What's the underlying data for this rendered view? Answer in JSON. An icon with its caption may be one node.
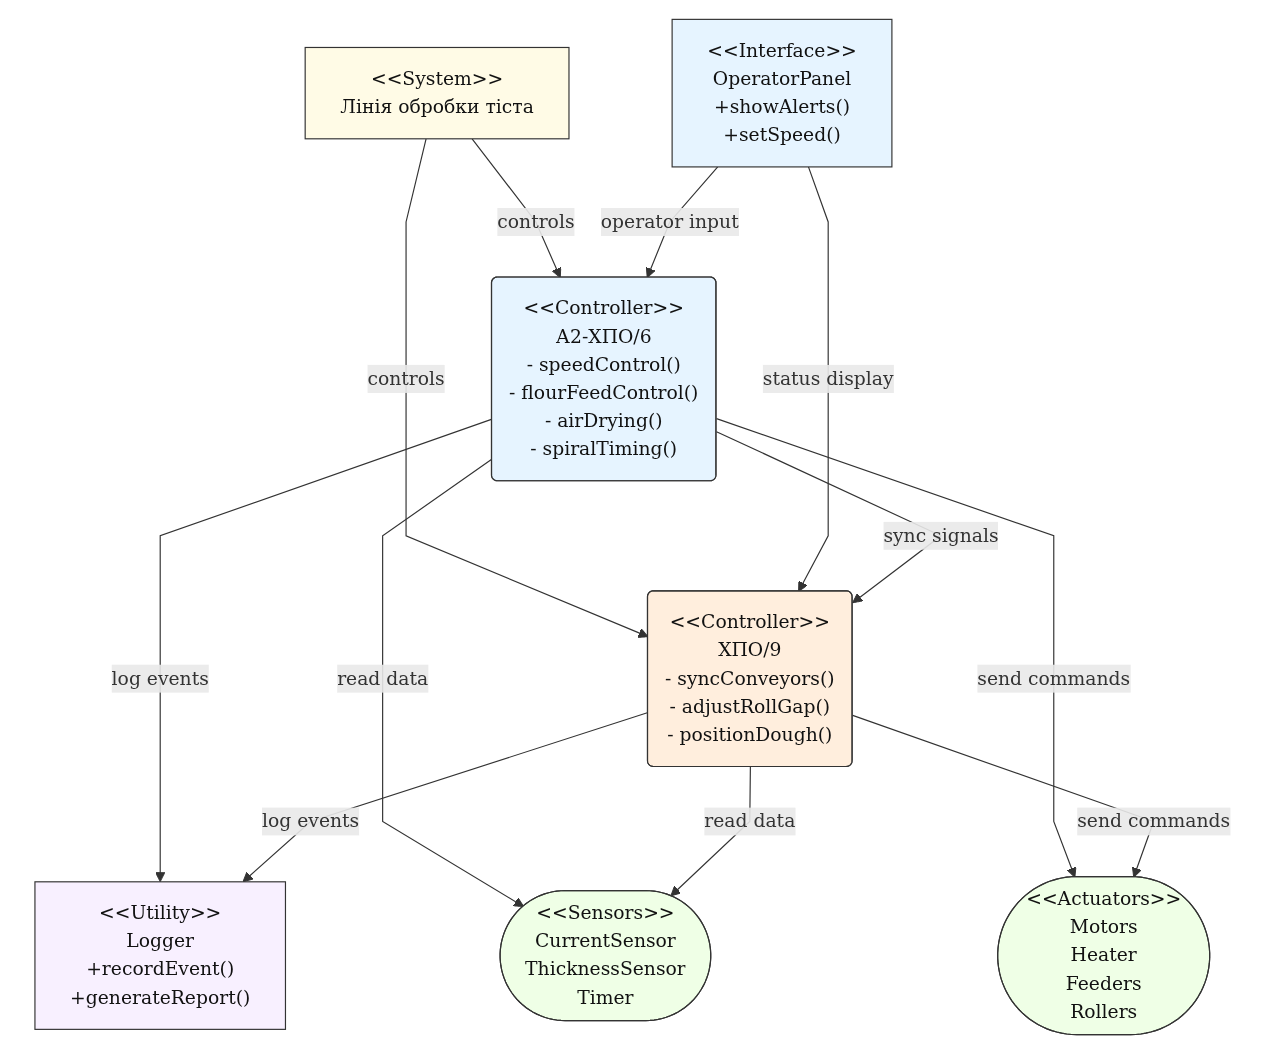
{
  "diagram": {
    "nodes": [
      {
        "text": [
          "<<System>>",
          "Лінія обробки тіста"
        ]
      },
      {
        "text": [
          "<<Interface>>",
          "OperatorPanel",
          "+showAlerts()",
          "+setSpeed()"
        ]
      },
      {
        "text": [
          "<<Controller>>",
          "А2-ХПО/6",
          "- speedControl()",
          "- flourFeedControl()",
          "- airDrying()",
          "- spiralTiming()"
        ]
      },
      {
        "text": [
          "<<Controller>>",
          "ХПО/9",
          "- syncConveyors()",
          "- adjustRollGap()",
          "- positionDough()"
        ]
      },
      {
        "text": [
          "<<Utility>>",
          "Logger",
          "+recordEvent()",
          "+generateReport()"
        ]
      },
      {
        "text": [
          "<<Sensors>>",
          "CurrentSensor",
          "ThicknessSensor",
          "Timer"
        ]
      },
      {
        "text": [
          "<<Actuators>>",
          "Motors",
          "Heater",
          "Feeders",
          "Rollers"
        ]
      }
    ],
    "edges": [
      {
        "from": 0,
        "to": 2,
        "arrow": "to",
        "label": "controls"
      },
      {
        "from": 0,
        "to": 3,
        "arrow": "to",
        "label": "controls"
      },
      {
        "from": 1,
        "to": 2,
        "arrow": "to",
        "label": "operator input"
      },
      {
        "from": 1,
        "to": 3,
        "arrow": "to",
        "label": "status display"
      },
      {
        "from": 2,
        "to": 3,
        "arrow": "to",
        "label": "sync signals"
      },
      {
        "from": 2,
        "to": 4,
        "arrow": "to",
        "label": "log events"
      },
      {
        "from": 2,
        "to": 5,
        "arrow": "to",
        "label": "read data"
      },
      {
        "from": 2,
        "to": 6,
        "arrow": "to",
        "label": "send commands"
      },
      {
        "from": 3,
        "to": 4,
        "arrow": "to",
        "label": "log events"
      },
      {
        "from": 3,
        "to": 5,
        "arrow": "to",
        "label": "read data"
      },
      {
        "from": 3,
        "to": 6,
        "arrow": "to",
        "label": "send commands"
      }
    ]
  }
}
